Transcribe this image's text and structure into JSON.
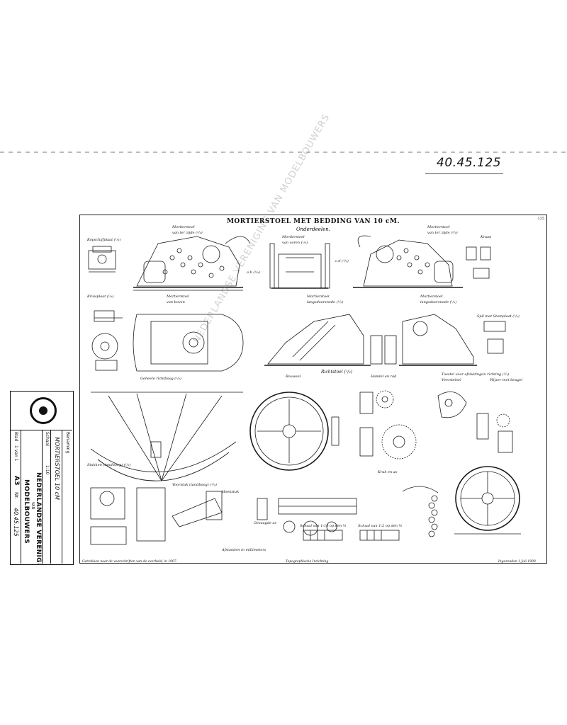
{
  "reference_number": "40.45.125",
  "sheet": {
    "title": "MORTIERSTOEL MET BEDDING VAN 10 cM.",
    "subtitle": "Onderdeelen.",
    "corner_number": "125",
    "labels": {
      "kopschijfplaat": "Kopschijfplaat (¹/₂)",
      "mortierstoel_tl": "Mortierstoel",
      "mortierstoel_tl_sub": "van ter zijde (¹/₂)",
      "mortierstoel_tc": "Mortierstoel",
      "mortierstoel_tc_sub": "van voren (¹/₂)",
      "mortierstoel_tr": "Mortierstoel",
      "mortierstoel_tr_sub": "van ter zijde (¹/₂)",
      "kraan": "Kraan",
      "kruisplaat": "Kruisplaat (¹/₂)",
      "ab": "a.b (¹/₂)",
      "cd": "c.d (¹/₂)",
      "mortierstoel_boven": "Mortierstoel",
      "mortierstoel_boven_sub": "van boven",
      "mortierstoel_lang": "Mortierstoel",
      "mortierstoel_lang_sub": "langsdoorsnede (¹/₂)",
      "mortierstoel_lang2": "Mortierstoel",
      "mortierstoel_lang2_sub": "langsdoorsnede (¹/₂)",
      "bouw_met_stamplaat": "Spil met Stamplaat (¹/₂)",
      "geheele_richtboog": "Geheele richtboog (¹/₂)",
      "richtstoel": "Richtstoel (¹/₂)",
      "bouwsel": "Bouwsel",
      "handel_en_rad": "Handel en rad",
      "toestel_richting": "Toestel voor afsluitingen richting (¹/₂)",
      "veerstelsel": "Veerstelsel",
      "wijzer_met_beugel": "Wijzer met beugel",
      "tandboog": "Stukken (tandboog) (¹/₂)",
      "voorstuk": "Voorstuk (tandboog) (¹/₂)",
      "krukas": "Kruk en as",
      "afstanden": "Afstanden in millimeters",
      "schaal_1": "Schaal van 1:10 op den ½",
      "schaal_2": "Schaal van 1:2 op den ½",
      "hoekstuk": "Hoekstuk",
      "geeert_as": "Gezaagde as"
    },
    "footer_left": "Getrokken naar de voorschriften van de overheid, in 1907.",
    "footer_center": "Topographische Inrichting",
    "footer_right": "Ingezonden 1 Juli 1908"
  },
  "watermark": "NEDERLANDSE VERENIGING VAN MODELBOUWERS",
  "title_block": {
    "benaming_label": "Benaming",
    "benaming_value": "MORTIERSTOEL  10 cM",
    "schaal_label": "Schaal",
    "schaal_value": "1:10",
    "org_line1": "NEDERLANDSE VERENIGING",
    "org_line2": "VAN",
    "org_line3": "MODELBOUWERS",
    "blad_label": "Blad",
    "blad_value": "1 van 1",
    "format_label": "A3",
    "nr_label": "Nr.",
    "nr_value": "40.45.125"
  }
}
